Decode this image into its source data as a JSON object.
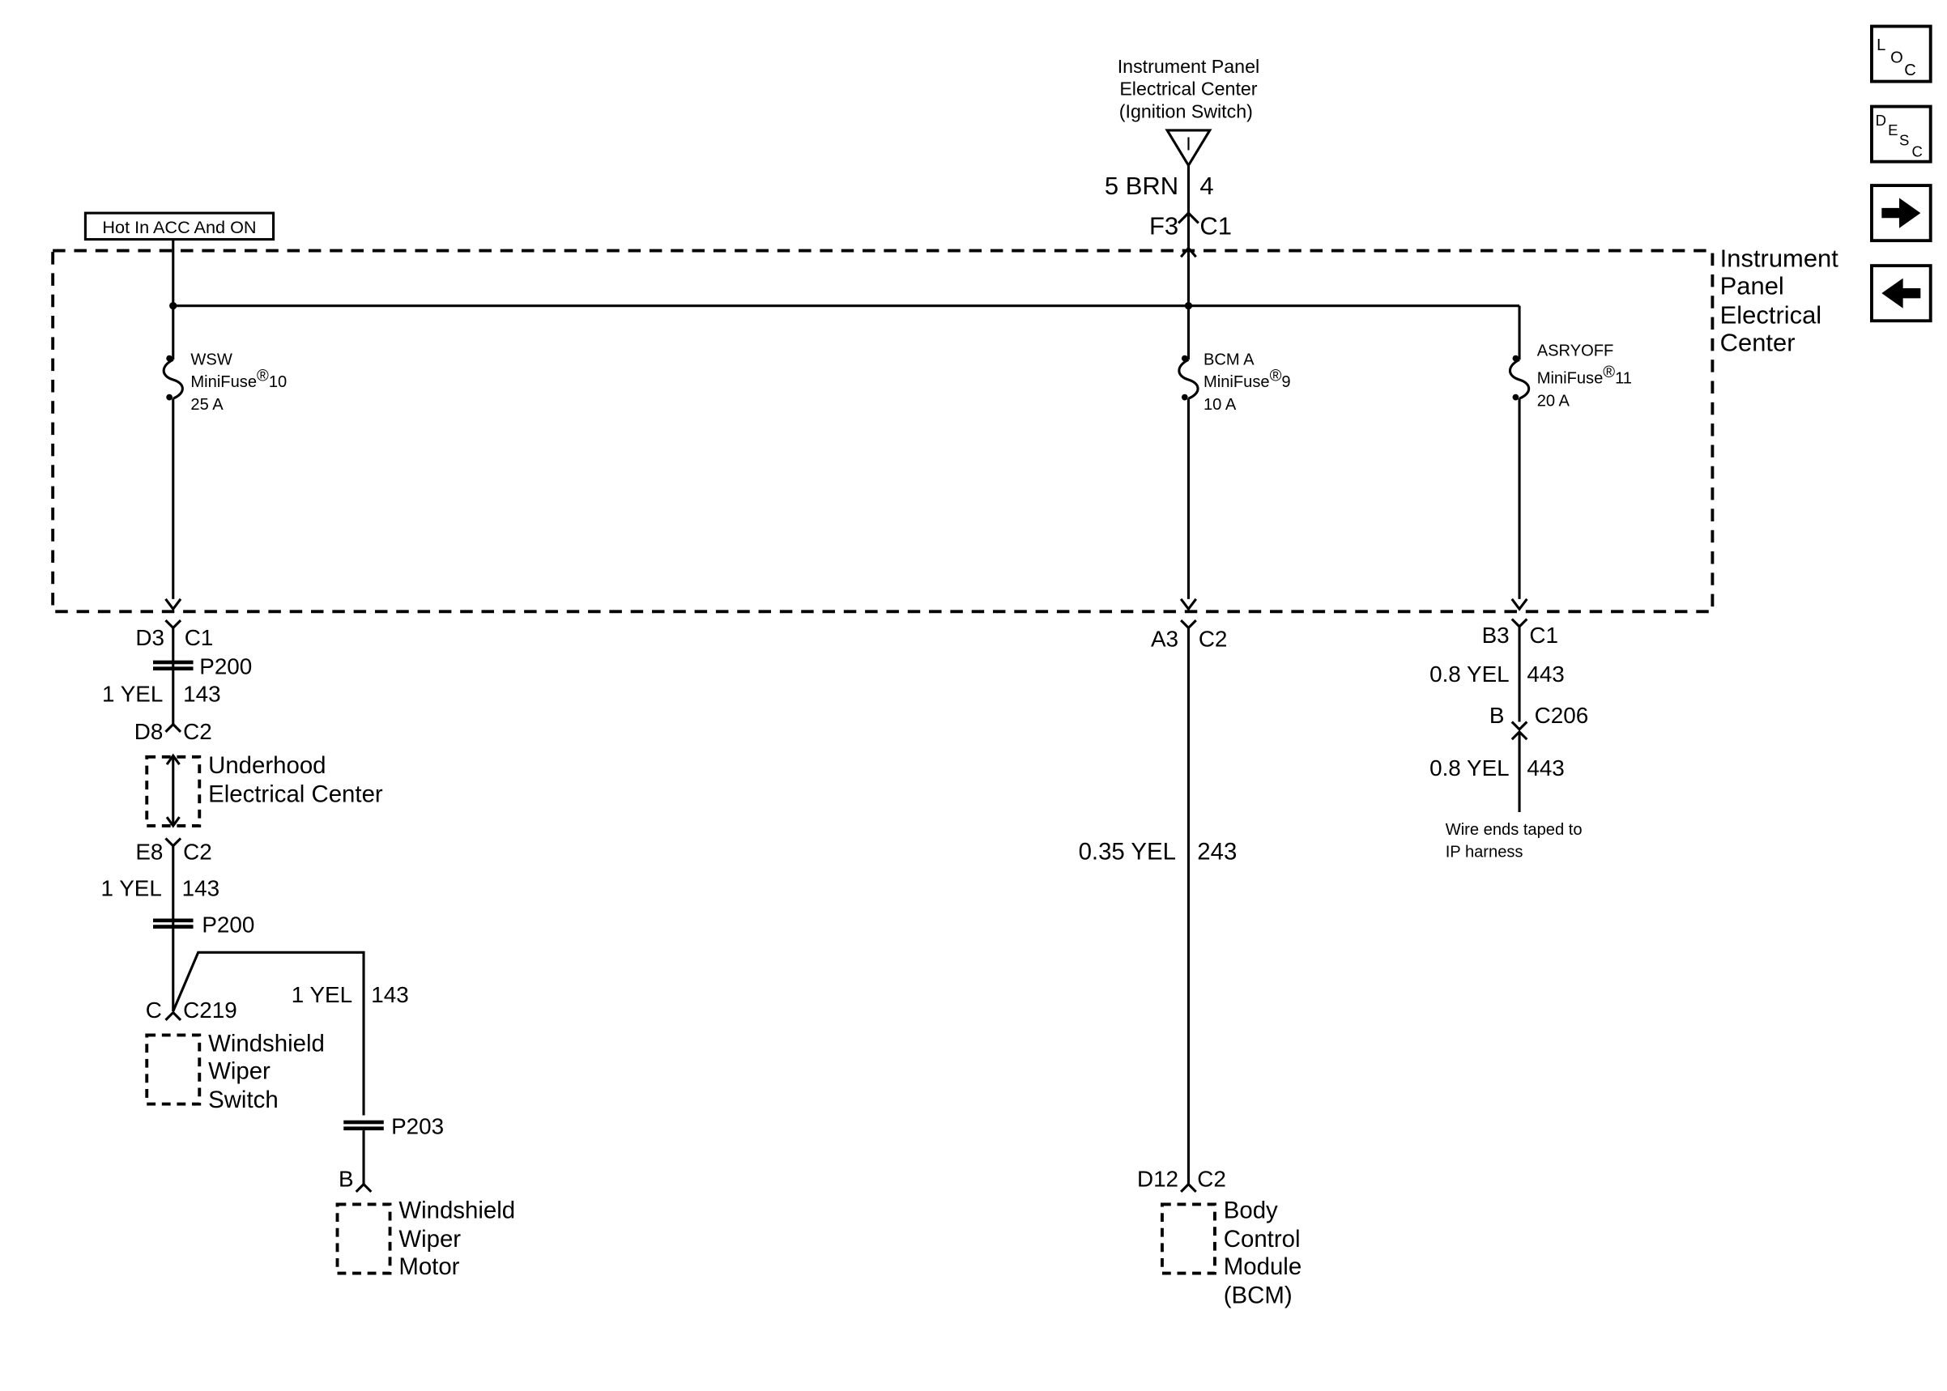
{
  "source": {
    "line1": "Instrument Panel",
    "line2": "Electrical Center",
    "line3": "(Ignition Switch)",
    "symbol": "I",
    "wire_left": "5 BRN",
    "wire_right": "4",
    "pin": "F3",
    "connector": "C1"
  },
  "hot_label": "Hot In ACC And ON",
  "center_label": [
    "Instrument",
    "Panel",
    "Electrical",
    "Center"
  ],
  "fuses": [
    {
      "name": "WSW",
      "type": "MiniFuse",
      "reg": "®",
      "number": "10",
      "rating": "25 A"
    },
    {
      "name": "BCM A",
      "type": "MiniFuse",
      "reg": "®",
      "number": "9",
      "rating": "10 A"
    },
    {
      "name": "ASRYOFF",
      "type": "MiniFuse",
      "reg": "®",
      "number": "11",
      "rating": "20 A"
    }
  ],
  "left_branch": {
    "pin1": "D3",
    "conn1": "C1",
    "splice1": "P200",
    "wire1_size": "1 YEL",
    "wire1_circuit": "143",
    "pin2": "D8",
    "conn2": "C2",
    "uec": [
      "Underhood",
      "Electrical Center"
    ],
    "pin3": "E8",
    "conn3": "C2",
    "wire2_size": "1 YEL",
    "wire2_circuit": "143",
    "splice2": "P200",
    "sw_pin": "C",
    "sw_conn": "C219",
    "switch": [
      "Windshield",
      "Wiper",
      "Switch"
    ],
    "wire3_size": "1 YEL",
    "wire3_circuit": "143",
    "splice3": "P203",
    "motor_pin": "B",
    "motor": [
      "Windshield",
      "Wiper",
      "Motor"
    ]
  },
  "middle_branch": {
    "pin1": "A3",
    "conn1": "C2",
    "wire_size": "0.35 YEL",
    "wire_circuit": "243",
    "pin2": "D12",
    "conn2": "C2",
    "module": [
      "Body",
      "Control",
      "Module",
      "(BCM)"
    ]
  },
  "right_branch": {
    "pin1": "B3",
    "conn1": "C1",
    "wire1_size": "0.8 YEL",
    "wire1_circuit": "443",
    "pin2": "B",
    "conn2": "C206",
    "wire2_size": "0.8 YEL",
    "wire2_circuit": "443",
    "note": [
      "Wire ends taped to",
      "IP harness"
    ]
  },
  "nav": {
    "loc": [
      "L",
      "O",
      "C"
    ],
    "desc": [
      "D",
      "E",
      "S",
      "C"
    ],
    "forward_icon": "arrow-right-icon",
    "back_icon": "arrow-left-icon"
  }
}
